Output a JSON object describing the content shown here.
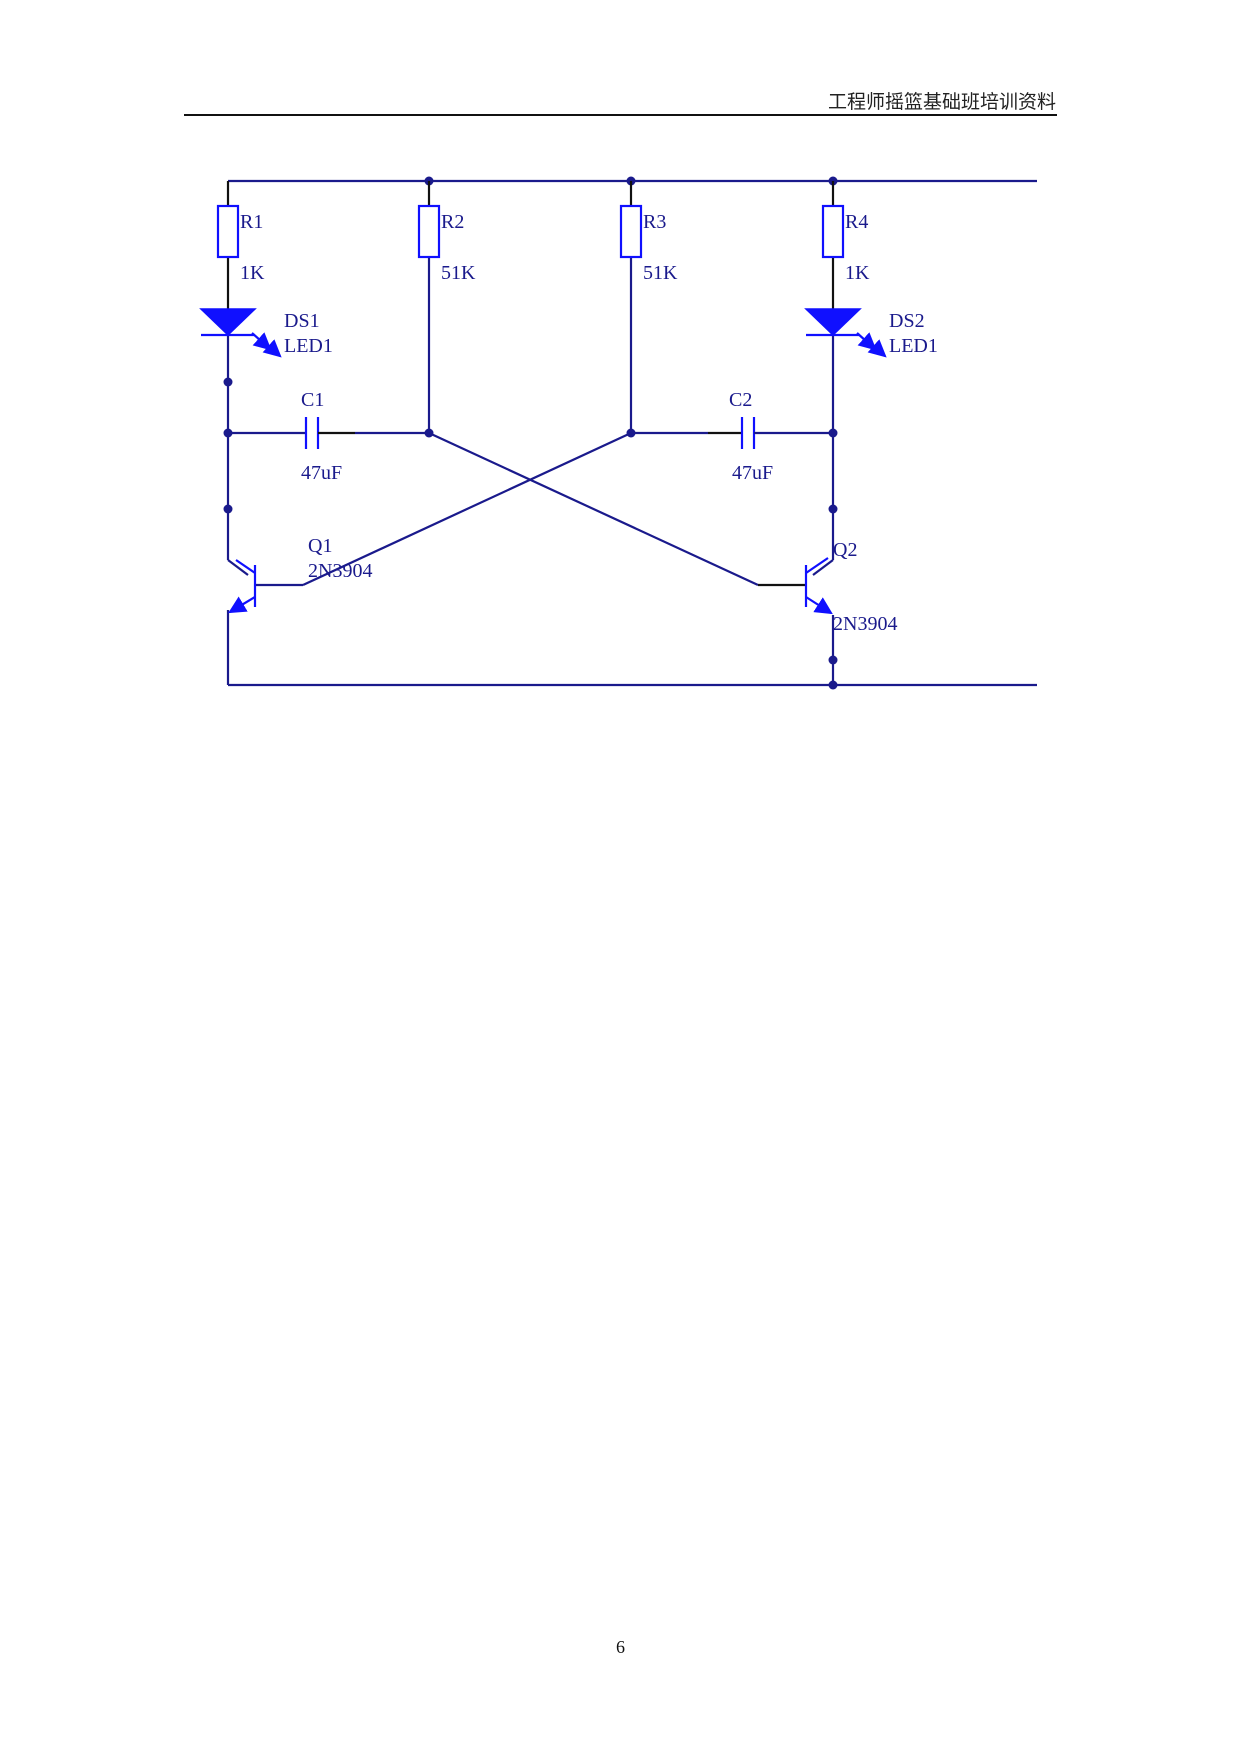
{
  "header": {
    "title": "工程师摇篮基础班培训资料"
  },
  "page_number": "6",
  "circuit": {
    "resistors": [
      {
        "ref": "R1",
        "value": "1K"
      },
      {
        "ref": "R2",
        "value": "51K"
      },
      {
        "ref": "R3",
        "value": "51K"
      },
      {
        "ref": "R4",
        "value": "1K"
      }
    ],
    "leds": [
      {
        "ref": "DS1",
        "value": "LED1"
      },
      {
        "ref": "DS2",
        "value": "LED1"
      }
    ],
    "capacitors": [
      {
        "ref": "C1",
        "value": "47uF"
      },
      {
        "ref": "C2",
        "value": "47uF"
      }
    ],
    "transistors": [
      {
        "ref": "Q1",
        "value": "2N3904"
      },
      {
        "ref": "Q2",
        "value": "2N3904"
      }
    ]
  }
}
